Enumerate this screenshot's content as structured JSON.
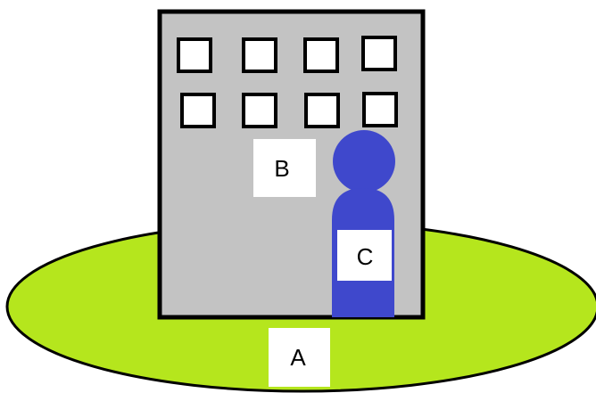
{
  "labels": {
    "ground": "A",
    "building": "B",
    "person": "C"
  },
  "colors": {
    "ground": "#b5e61d",
    "building": "#c3c3c3",
    "person": "#3f48cc",
    "outline": "#000000",
    "window": "#ffffff",
    "label_box": "#ffffff"
  },
  "elements": {
    "ground": "ellipse",
    "building": "rectangle",
    "windows_count": 8,
    "person": "circle-head-and-body"
  }
}
